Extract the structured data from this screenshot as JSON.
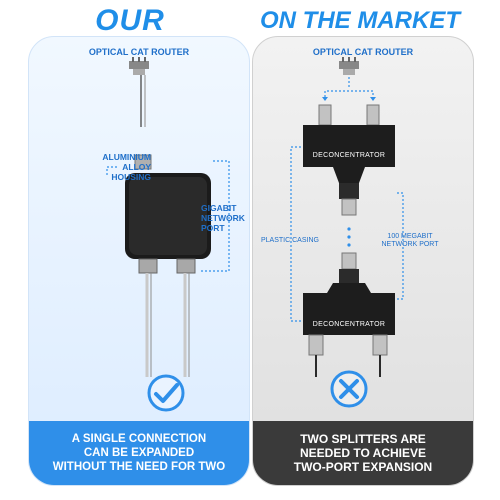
{
  "headings": {
    "ours": "OUR",
    "market": "ON THE MARKET"
  },
  "left": {
    "title": "OPTICAL CAT ROUTER",
    "housing_label_line1": "ALUMINIUM",
    "housing_label_line2": "ALLOY HOUSING",
    "port_label_line1": "GIGABIT",
    "port_label_line2": "NETWORK PORT",
    "status_icon": "check-icon",
    "footer_line1": "A SINGLE CONNECTION",
    "footer_line2": "CAN BE EXPANDED",
    "footer_line3": "WITHOUT THE NEED FOR TWO"
  },
  "right": {
    "title": "OPTICAL CAT ROUTER",
    "device1_label": "DECONCENTRATOR",
    "device2_label": "DECONCENTRATOR",
    "casing_label": "PLASTIC CASING",
    "port_label_line1": "100 MEGABIT",
    "port_label_line2": "NETWORK PORT",
    "status_icon": "cross-icon",
    "footer_line1": "TWO SPLITTERS ARE",
    "footer_line2": "NEEDED TO ACHIEVE",
    "footer_line3": "TWO-PORT EXPANSION"
  },
  "colors": {
    "accent_blue": "#2f8fe9",
    "dark_footer": "#3a3a3a",
    "device_dark": "#1d1d1d"
  }
}
